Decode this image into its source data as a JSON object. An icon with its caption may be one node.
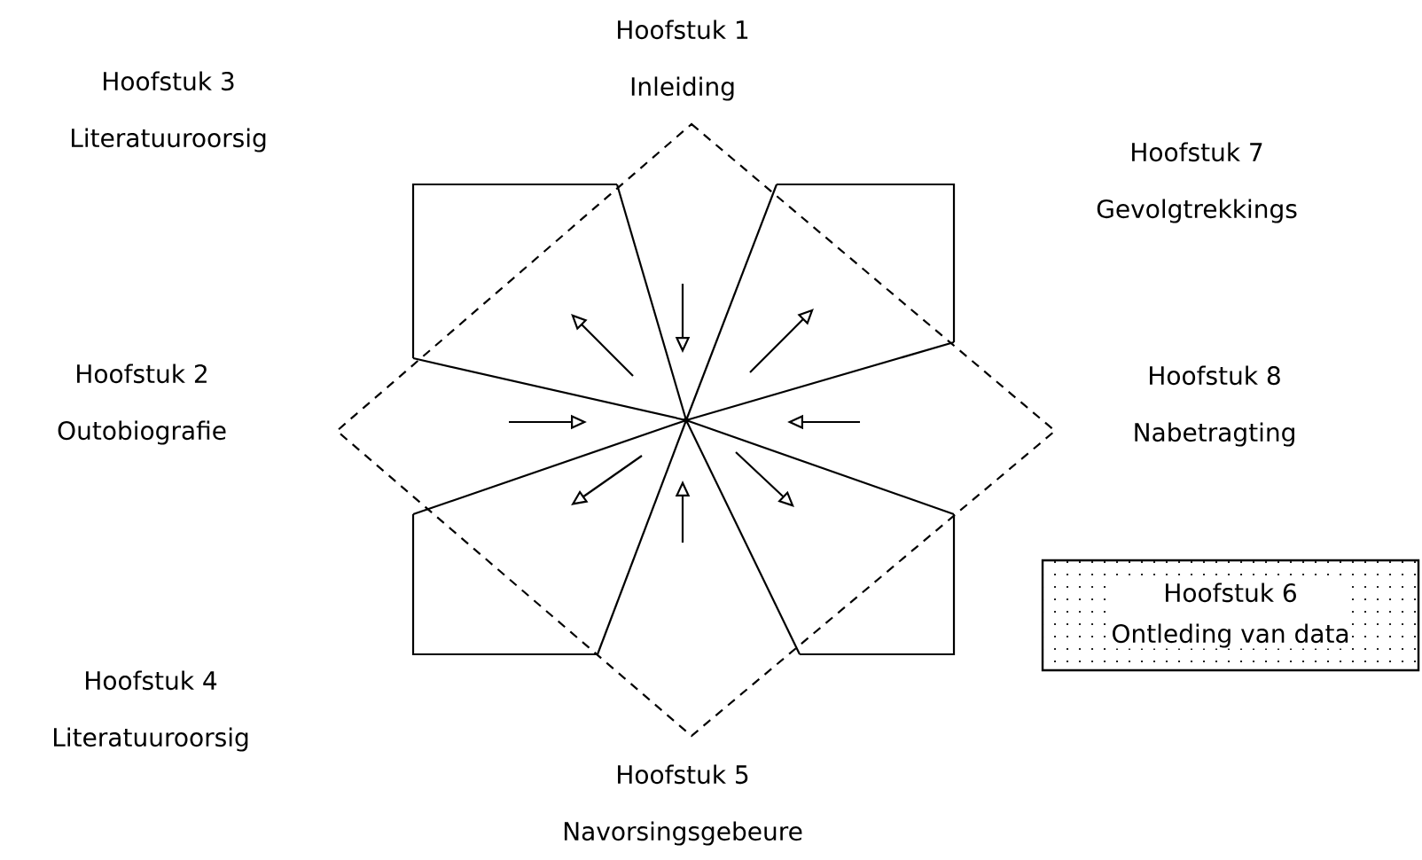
{
  "diagram": {
    "nodes": [
      {
        "text": [
          "Hoofstuk 1",
          "Inleiding"
        ]
      },
      {
        "text": [
          "Hoofstuk 3",
          "Literatuuroorsig"
        ]
      },
      {
        "text": [
          "Hoofstuk 7",
          "Gevolgtrekkings"
        ]
      },
      {
        "text": [
          "Hoofstuk 2",
          "Outobiografie"
        ]
      },
      {
        "text": [
          "Hoofstuk 8",
          "Nabetragting"
        ]
      },
      {
        "text": [
          "Hoofstuk 6",
          "Ontleding van data"
        ]
      },
      {
        "text": [
          "Hoofstuk 4",
          "Literatuuroorsig"
        ]
      },
      {
        "text": [
          "Hoofstuk 5",
          "Navorsingsgebeure"
        ]
      }
    ]
  }
}
